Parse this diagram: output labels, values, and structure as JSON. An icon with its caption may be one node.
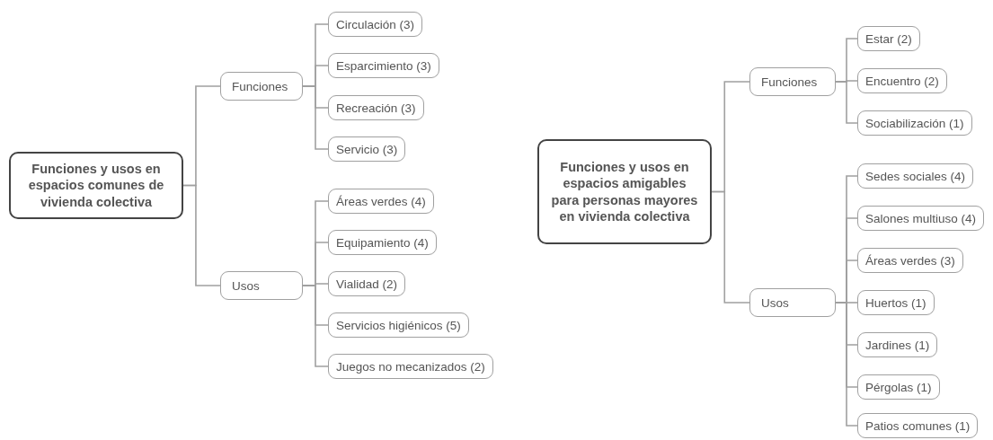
{
  "diagram": {
    "nodes": [
      {
        "text": [
          "Funciones y usos en espacios comunes de vivienda colectiva"
        ]
      },
      {
        "text": [
          "Funciones"
        ]
      },
      {
        "text": [
          "Circulación (3)"
        ]
      },
      {
        "text": [
          "Esparcimiento (3)"
        ]
      },
      {
        "text": [
          "Recreación (3)"
        ]
      },
      {
        "text": [
          "Servicio (3)"
        ]
      },
      {
        "text": [
          "Usos"
        ]
      },
      {
        "text": [
          "Áreas verdes (4)"
        ]
      },
      {
        "text": [
          "Equipamiento (4)"
        ]
      },
      {
        "text": [
          "Vialidad (2)"
        ]
      },
      {
        "text": [
          "Servicios higiénicos (5)"
        ]
      },
      {
        "text": [
          "Juegos no mecanizados (2)"
        ]
      },
      {
        "text": [
          "Funciones y usos en espacios amigables para personas mayores en vivienda colectiva"
        ]
      },
      {
        "text": [
          "Funciones"
        ]
      },
      {
        "text": [
          "Estar (2)"
        ]
      },
      {
        "text": [
          "Encuentro (2)"
        ]
      },
      {
        "text": [
          "Sociabilización (1)"
        ]
      },
      {
        "text": [
          "Usos"
        ]
      },
      {
        "text": [
          "Sedes sociales (4)"
        ]
      },
      {
        "text": [
          "Salones multiuso (4)"
        ]
      },
      {
        "text": [
          "Áreas verdes (3)"
        ]
      },
      {
        "text": [
          "Huertos (1)"
        ]
      },
      {
        "text": [
          "Jardines (1)"
        ]
      },
      {
        "text": [
          "Pérgolas (1)"
        ]
      },
      {
        "text": [
          "Patios comunes (1)"
        ]
      }
    ],
    "edges": [
      {
        "from": 0,
        "to": 1,
        "arrow": "none"
      },
      {
        "from": 1,
        "to": 2,
        "arrow": "none"
      },
      {
        "from": 1,
        "to": 3,
        "arrow": "none"
      },
      {
        "from": 1,
        "to": 4,
        "arrow": "none"
      },
      {
        "from": 1,
        "to": 5,
        "arrow": "none"
      },
      {
        "from": 0,
        "to": 6,
        "arrow": "none"
      },
      {
        "from": 6,
        "to": 7,
        "arrow": "none"
      },
      {
        "from": 6,
        "to": 8,
        "arrow": "none"
      },
      {
        "from": 6,
        "to": 9,
        "arrow": "none"
      },
      {
        "from": 6,
        "to": 10,
        "arrow": "none"
      },
      {
        "from": 6,
        "to": 11,
        "arrow": "none"
      },
      {
        "from": 12,
        "to": 13,
        "arrow": "none"
      },
      {
        "from": 13,
        "to": 14,
        "arrow": "none"
      },
      {
        "from": 13,
        "to": 15,
        "arrow": "none"
      },
      {
        "from": 13,
        "to": 16,
        "arrow": "none"
      },
      {
        "from": 12,
        "to": 17,
        "arrow": "none"
      },
      {
        "from": 17,
        "to": 18,
        "arrow": "none"
      },
      {
        "from": 17,
        "to": 19,
        "arrow": "none"
      },
      {
        "from": 17,
        "to": 20,
        "arrow": "none"
      },
      {
        "from": 17,
        "to": 21,
        "arrow": "none"
      },
      {
        "from": 17,
        "to": 22,
        "arrow": "none"
      },
      {
        "from": 17,
        "to": 23,
        "arrow": "none"
      },
      {
        "from": 17,
        "to": 24,
        "arrow": "none"
      }
    ]
  }
}
